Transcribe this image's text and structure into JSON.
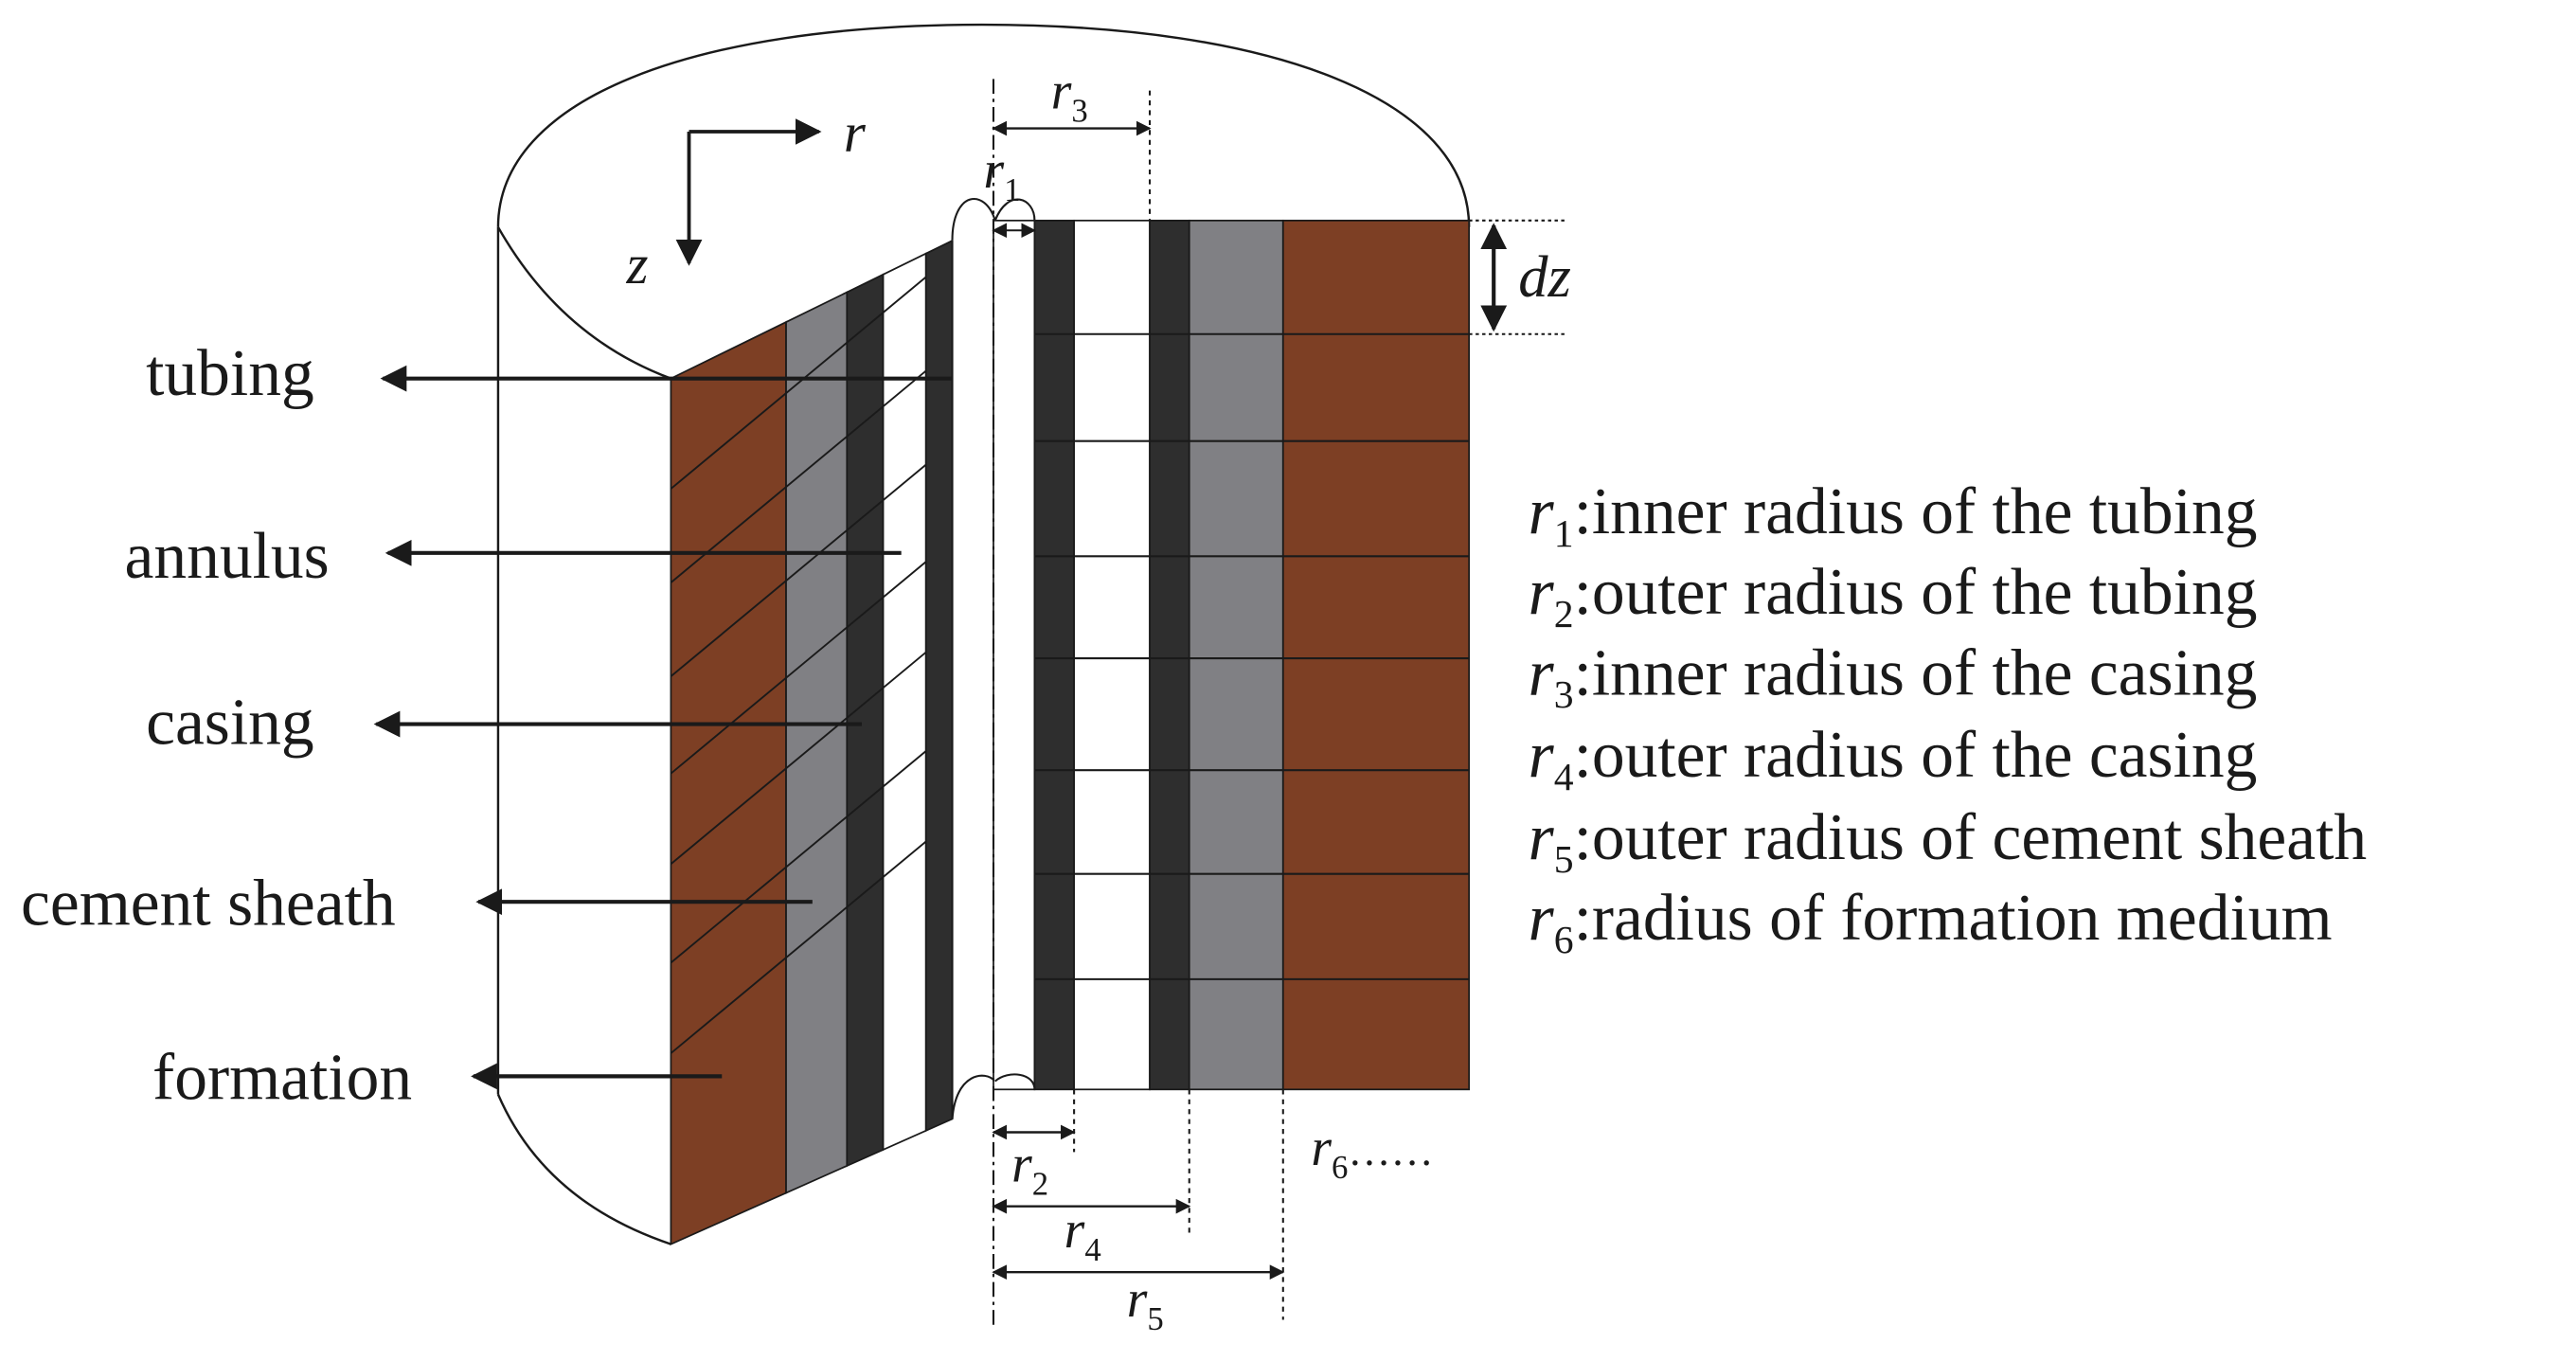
{
  "colors": {
    "formation": "#7d3f24",
    "cement": "#808084",
    "steel": "#2e2e2e",
    "fluid": "#ffffff",
    "line": "#1a1a1a"
  },
  "axes": {
    "r": "r",
    "z": "z",
    "dz": "dz"
  },
  "components": [
    {
      "id": "tubing",
      "label": "tubing"
    },
    {
      "id": "annulus",
      "label": "annulus"
    },
    {
      "id": "casing",
      "label": "casing"
    },
    {
      "id": "cement",
      "label": "cement sheath"
    },
    {
      "id": "formation",
      "label": "formation"
    }
  ],
  "radii": [
    {
      "symbol": "r",
      "sub": "1"
    },
    {
      "symbol": "r",
      "sub": "2"
    },
    {
      "symbol": "r",
      "sub": "3"
    },
    {
      "symbol": "r",
      "sub": "4"
    },
    {
      "symbol": "r",
      "sub": "5"
    },
    {
      "symbol": "r",
      "sub": "6",
      "suffix": "……"
    }
  ],
  "legend": [
    {
      "symbol": "r",
      "sub": "1",
      "text": ":inner radius of the tubing"
    },
    {
      "symbol": "r",
      "sub": "2",
      "text": ":outer radius of the tubing"
    },
    {
      "symbol": "r",
      "sub": "3",
      "text": ":inner radius of the casing"
    },
    {
      "symbol": "r",
      "sub": "4",
      "text": ":outer radius of the casing"
    },
    {
      "symbol": "r",
      "sub": "5",
      "text": ":outer radius of cement sheath"
    },
    {
      "symbol": "r",
      "sub": "6",
      "text": ":radius of formation medium"
    }
  ]
}
